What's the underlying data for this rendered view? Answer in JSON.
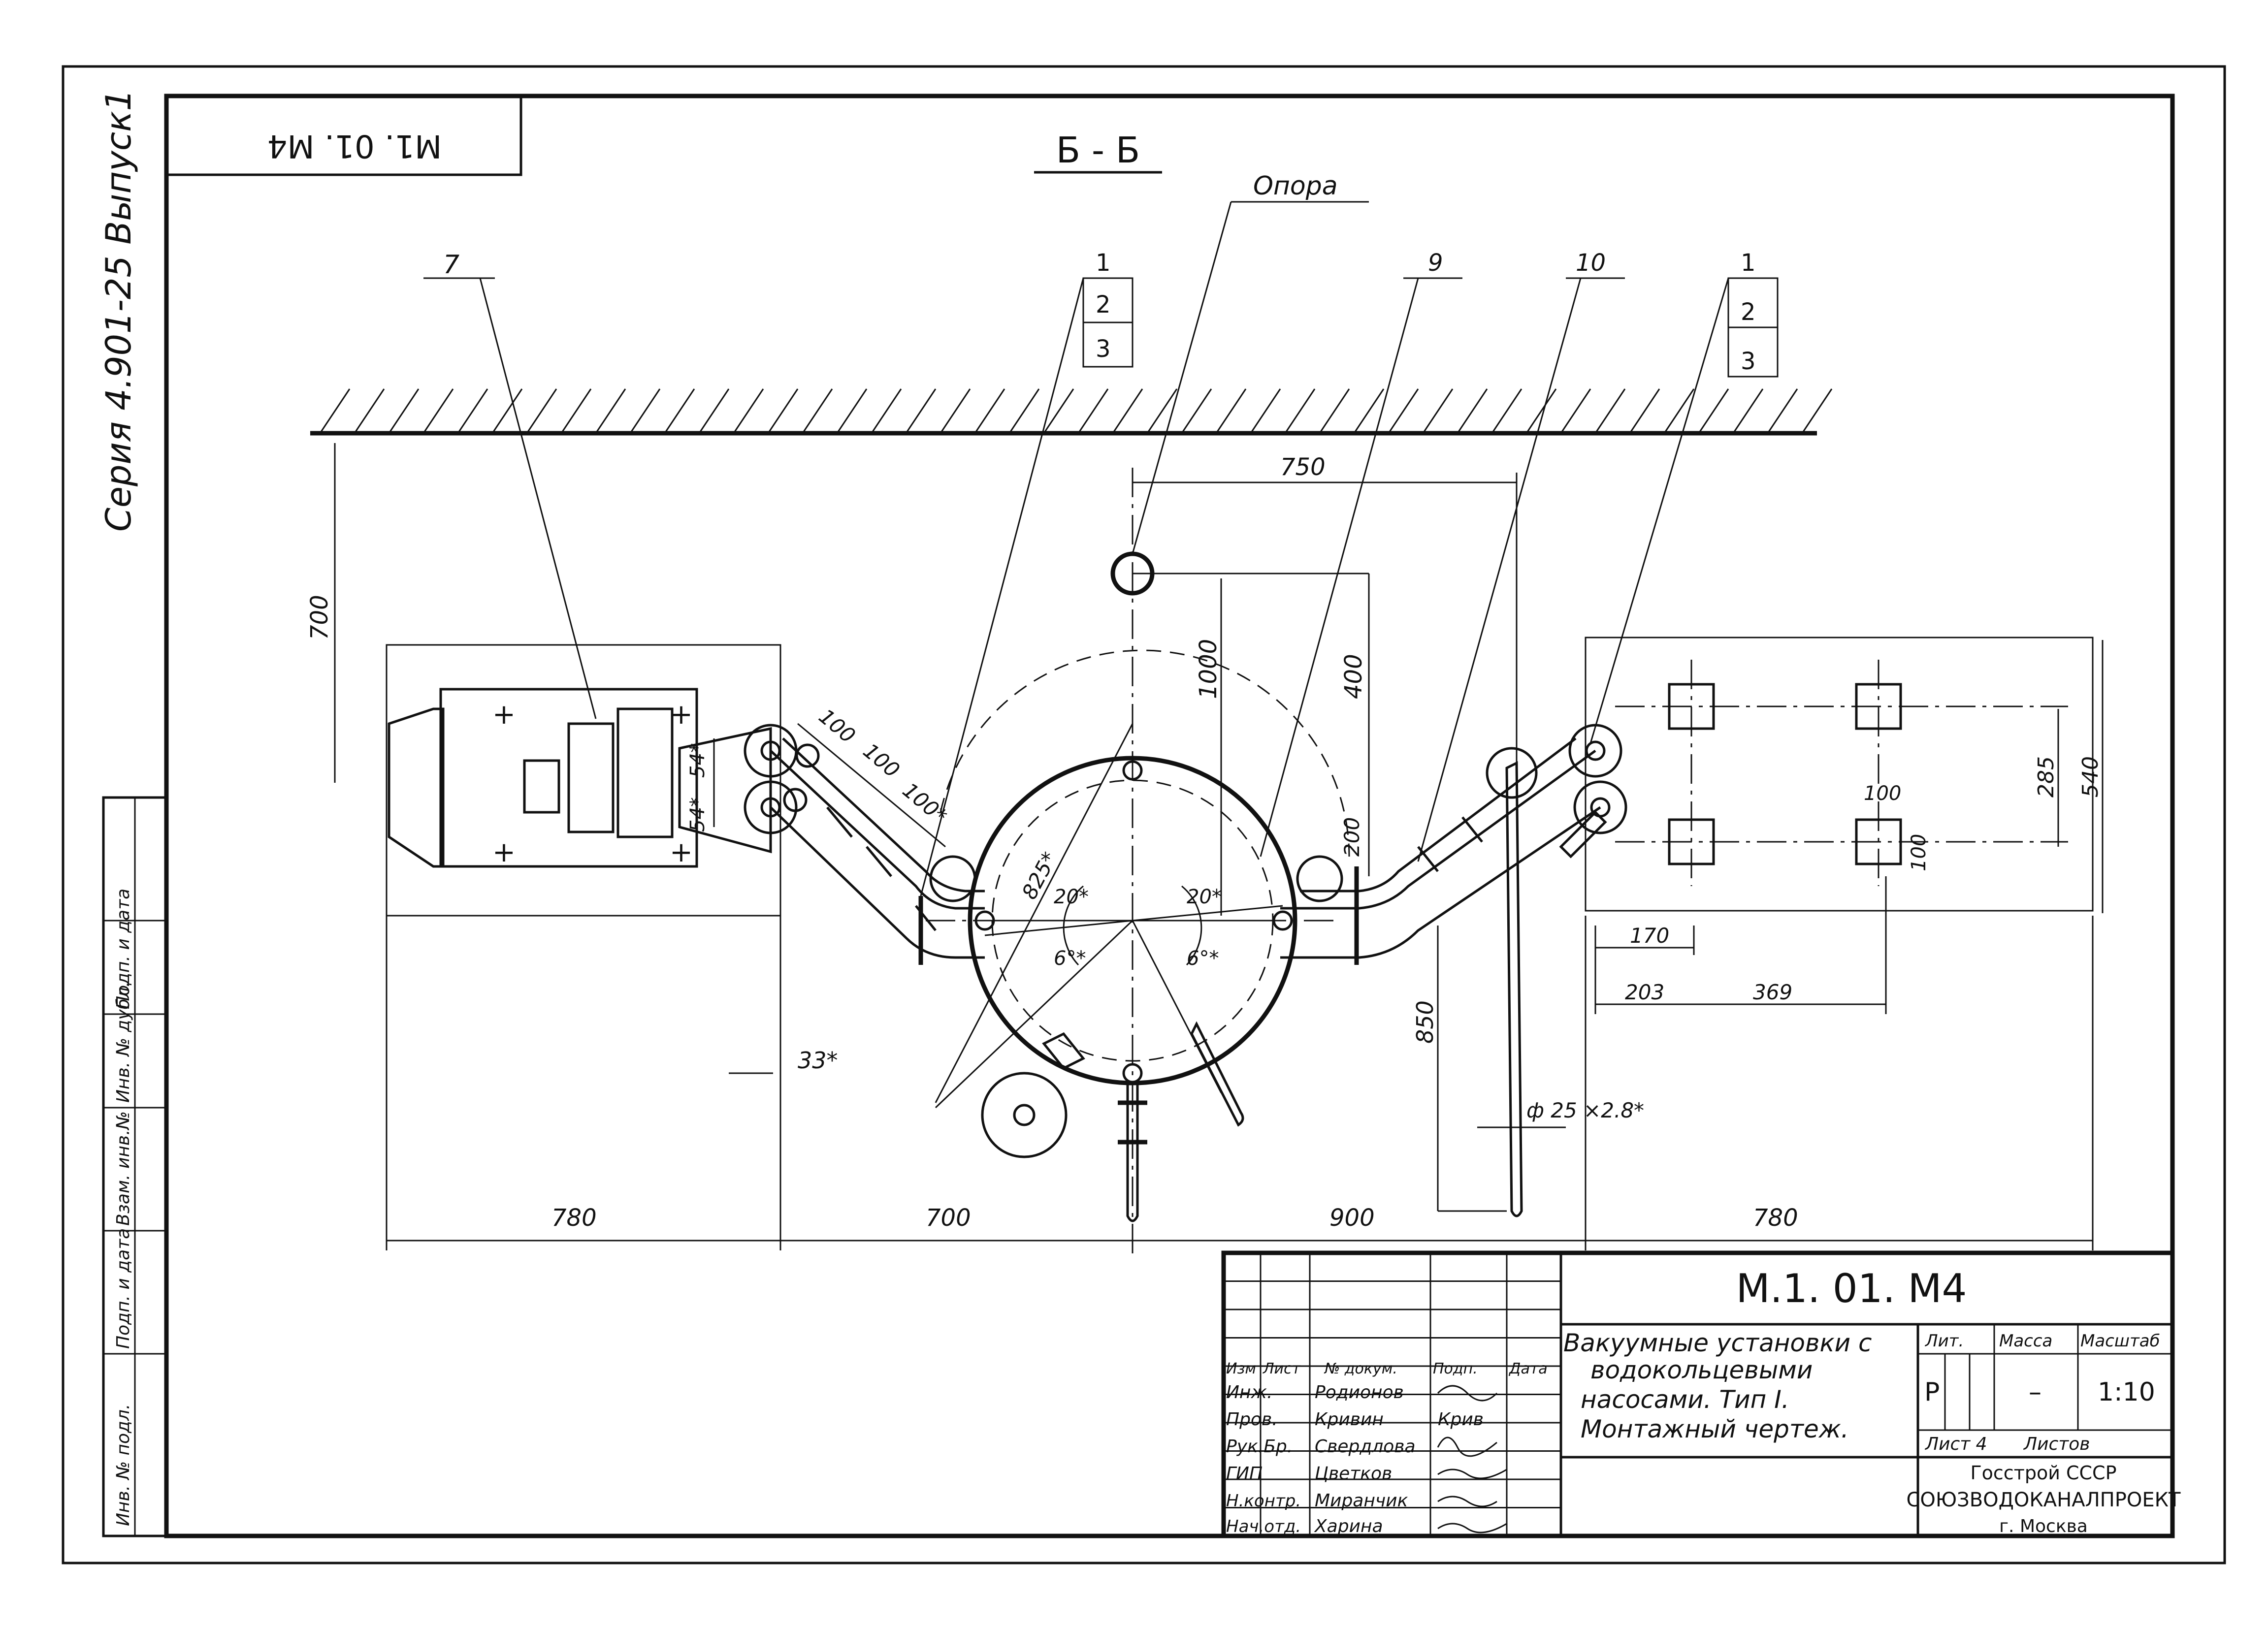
{
  "margin": {
    "series": "Серия 4.901-25 Выпуск1",
    "stamp_code": "М1. 01. М4",
    "side_cols": [
      "Инв. № подл.",
      "Подп. и дата",
      "Взам. инв.№",
      "Инв. № дубл.",
      "Подп. и дата"
    ]
  },
  "section": {
    "label": "Б - Б"
  },
  "callouts": {
    "opora": "Опора",
    "n7": "7",
    "n9": "9",
    "n10": "10",
    "groupA": [
      "1",
      "2",
      "3"
    ],
    "groupB": [
      "1",
      "2",
      "3"
    ]
  },
  "dims": {
    "d750": "750",
    "d700v": "700",
    "d1000": "1000",
    "d400": "400",
    "d100a": "100",
    "d100b": "100",
    "d100c": "100*",
    "d54a": "54*",
    "d54b": "54*",
    "d825": "825*",
    "a20l": "20*",
    "a20r": "20*",
    "a6l": "6°*",
    "a6r": "6°*",
    "d200": "200",
    "d285": "285",
    "d540": "540",
    "d100r": "100",
    "d100s": "100",
    "d170": "170",
    "d203": "203",
    "d369": "369",
    "d850": "850",
    "d33": "33*",
    "phi25": "ф 25 ×2.8*",
    "b780l": "780",
    "b700": "700",
    "b900": "900",
    "b780r": "780"
  },
  "title_block": {
    "code": "М.1. 01. М4",
    "description": [
      "Вакуумные установки с",
      "водокольцевыми",
      "насосами. Тип I.",
      "Монтажный чертеж."
    ],
    "header": [
      "Изм",
      "Лист",
      "№ докум.",
      "Подп.",
      "Дата"
    ],
    "roles": [
      "Инж.",
      "Пров.",
      "Рук.Бр.",
      "ГИП",
      "Н.контр.",
      "Нач.отд."
    ],
    "names": [
      "Родионов",
      "Кривин",
      "Свердлова",
      "Цветков",
      "Миранчик",
      "Харина"
    ],
    "signatures": [
      "",
      "Крив",
      "",
      "",
      "",
      ""
    ],
    "lit_label": "Лит.",
    "mass_label": "Масса",
    "scale_label": "Масштаб",
    "lit_value": "Р",
    "mass_value": "–",
    "scale_value": "1:10",
    "sheet_label": "Лист 4",
    "sheets_label": "Листов",
    "org1": "Госстрой СССР",
    "org2": "СОЮЗВОДОКАНАЛПРОЕКТ",
    "org3": "г. Москва"
  }
}
